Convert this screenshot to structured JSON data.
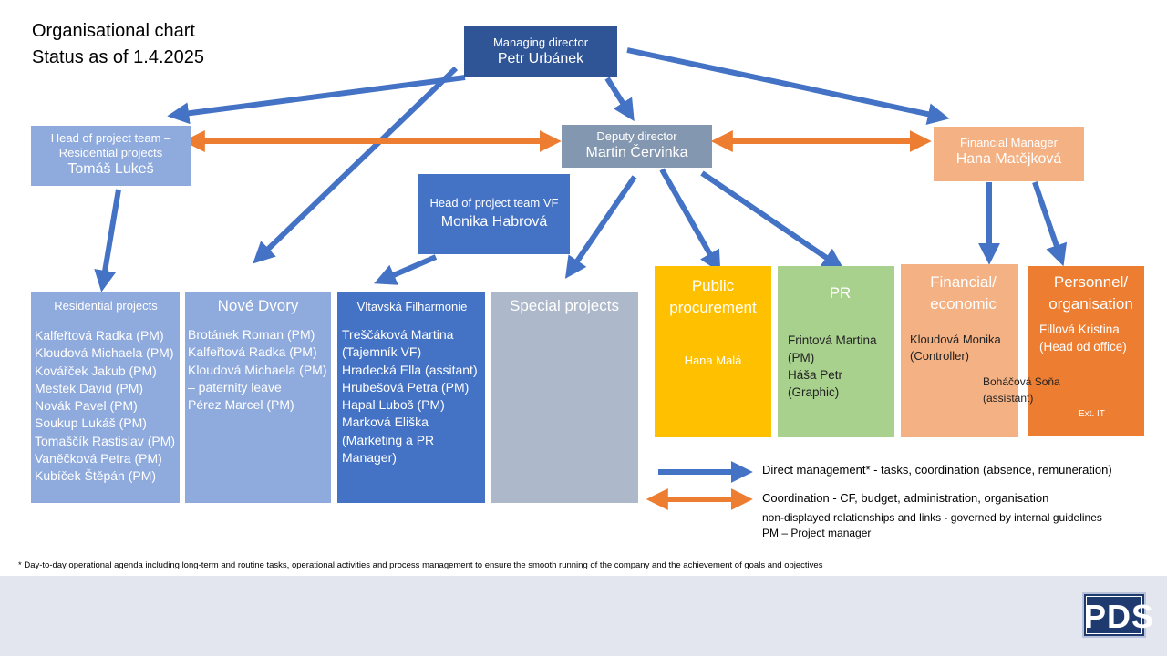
{
  "title": {
    "line1": "Organisational chart",
    "line2": "Status as of 1.4.2025"
  },
  "managing_director": {
    "role": "Managing director",
    "name": "Petr Urbánek"
  },
  "deputy_director": {
    "role": "Deputy director",
    "name": "Martin Červinka"
  },
  "head_residential": {
    "role_line1": "Head of project team –",
    "role_line2": "Residential projects",
    "name": "Tomáš Lukeš"
  },
  "head_vf": {
    "role": "Head of project team VF",
    "name": "Monika Habrová"
  },
  "financial_manager": {
    "role": "Financial Manager",
    "name": "Hana Matějková"
  },
  "departments": {
    "residential": {
      "title": "Residential projects",
      "members": [
        "Kalfeřtová Radka (PM)",
        "Kloudová Michaela (PM)",
        "Kovářček Jakub (PM)",
        "Mestek David (PM)",
        "Novák Pavel (PM)",
        "Soukup Lukáš (PM)",
        "Tomaščík Rastislav (PM)",
        "Vaněčková Petra (PM)",
        "Kubíček Štěpán (PM)"
      ]
    },
    "nove_dvory": {
      "title": "Nové Dvory",
      "members": [
        "Brotánek Roman (PM)",
        "Kalfeřtová Radka (PM)",
        "Kloudová Michaela (PM) – paternity leave",
        "Pérez Marcel (PM)"
      ]
    },
    "vltavska": {
      "title": "Vltavská Filharmonie",
      "members": [
        "Treščáková Martina (Tajemník VF)",
        "Hradecká Ella (assitant)",
        "Hrubešová Petra (PM)",
        "Hapal Luboš (PM)",
        "Marková Eliška (Marketing a PR Manager)"
      ]
    },
    "special": {
      "title": "Special projects"
    },
    "public_procurement": {
      "title_line1": "Public",
      "title_line2": "procurement",
      "member": "Hana Malá"
    },
    "pr": {
      "title": "PR",
      "member_line1": "Frintová Martina",
      "member_line2": "(PM)",
      "member_line3": "Háša Petr",
      "member_line4": "(Graphic)"
    },
    "financial": {
      "title_line1": "Financial/",
      "title_line2": "economic",
      "member1_line1": "Kloudová Monika",
      "member1_line2": "(Controller)",
      "member2_line1": "Boháčová Soňa",
      "member2_line2": "(assistant)"
    },
    "personnel": {
      "title_line1": "Personnel/",
      "title_line2": "organisation",
      "member_line1": "Fillová Kristina",
      "member_line2": "(Head od office)",
      "ext": "Ext. IT"
    }
  },
  "legend": {
    "direct": "Direct management* - tasks, coordination (absence, remuneration)",
    "coordination": "Coordination - CF, budget, administration, organisation",
    "note1": "non-displayed relationships and links - governed by internal guidelines",
    "note2": "PM – Project manager"
  },
  "footnote": "* Day-to-day operational agenda including long-term and routine tasks, operational activities and process management to ensure the smooth running of the company and the achievement of goals and objectives",
  "logo": "PDS",
  "colors": {
    "dark_blue": "#2f5597",
    "mid_blue": "#4472c4",
    "light_blue": "#8faadc",
    "gray_blue": "#8497b0",
    "slate": "#adb9ca",
    "gold": "#ffc000",
    "green": "#a9d18e",
    "salmon": "#f4b183",
    "orange": "#ed7d31",
    "arrow_blue": "#4472c4",
    "arrow_orange": "#ed7d31"
  }
}
